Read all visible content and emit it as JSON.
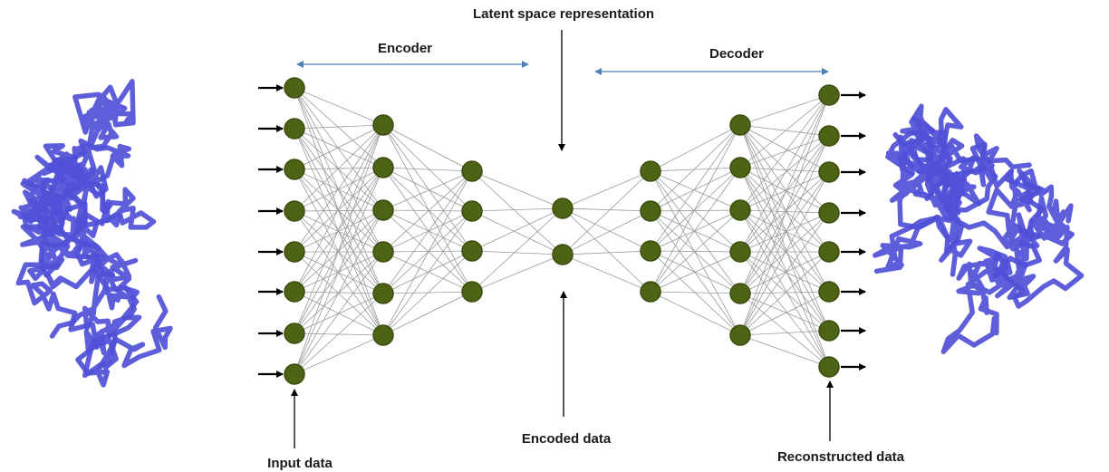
{
  "labels": {
    "encoder": "Encoder",
    "decoder": "Decoder",
    "latent": "Latent space representation",
    "encoded": "Encoded data",
    "input": "Input data",
    "reconstructed": "Reconstructed data"
  },
  "network": {
    "layer_sizes": [
      8,
      6,
      4,
      2,
      4,
      6,
      8
    ]
  },
  "colors": {
    "node": "#4d6414",
    "edge": "#9a9a9a",
    "span_arrow": "#4f7fb6",
    "protein": "#5050d8"
  },
  "icons": {
    "input_structure": "protein-structure-icon",
    "output_structure": "protein-structure-icon"
  }
}
